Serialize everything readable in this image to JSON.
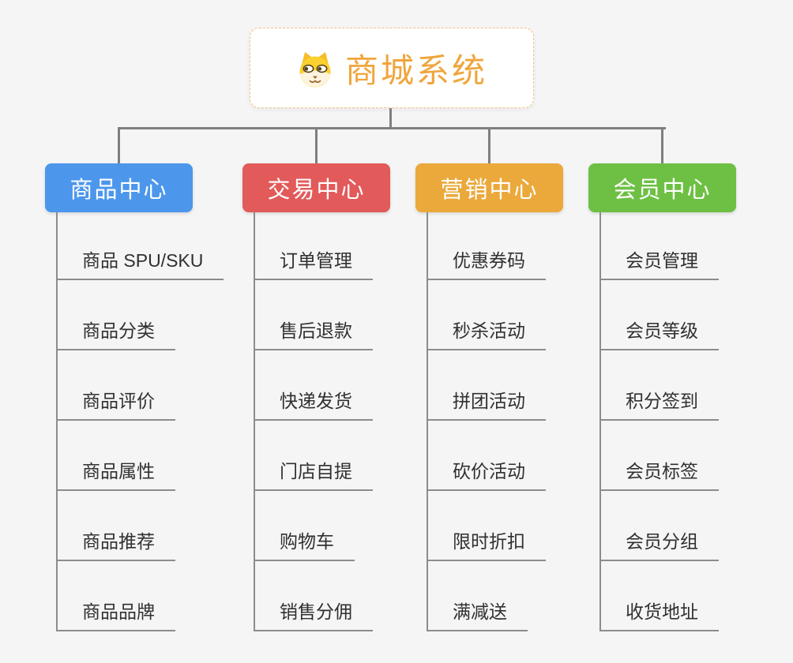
{
  "root": {
    "label": "商城系统",
    "icon": "dog-face-icon",
    "text_color": "#f0a53c",
    "border_color": "#f2c47e",
    "background": "#ffffff"
  },
  "connector_color": "#7f7f7f",
  "canvas_background": "#f5f5f6",
  "branches": [
    {
      "label": "商品中心",
      "color": "#4c96ec",
      "children": [
        "商品 SPU/SKU",
        "商品分类",
        "商品评价",
        "商品属性",
        "商品推荐",
        "商品品牌"
      ]
    },
    {
      "label": "交易中心",
      "color": "#e25a5a",
      "children": [
        "订单管理",
        "售后退款",
        "快递发货",
        "门店自提",
        "购物车",
        "销售分佣"
      ]
    },
    {
      "label": "营销中心",
      "color": "#eba93b",
      "children": [
        "优惠券码",
        "秒杀活动",
        "拼团活动",
        "砍价活动",
        "限时折扣",
        "满减送"
      ]
    },
    {
      "label": "会员中心",
      "color": "#6dc044",
      "children": [
        "会员管理",
        "会员等级",
        "积分签到",
        "会员标签",
        "会员分组",
        "收货地址"
      ]
    }
  ]
}
